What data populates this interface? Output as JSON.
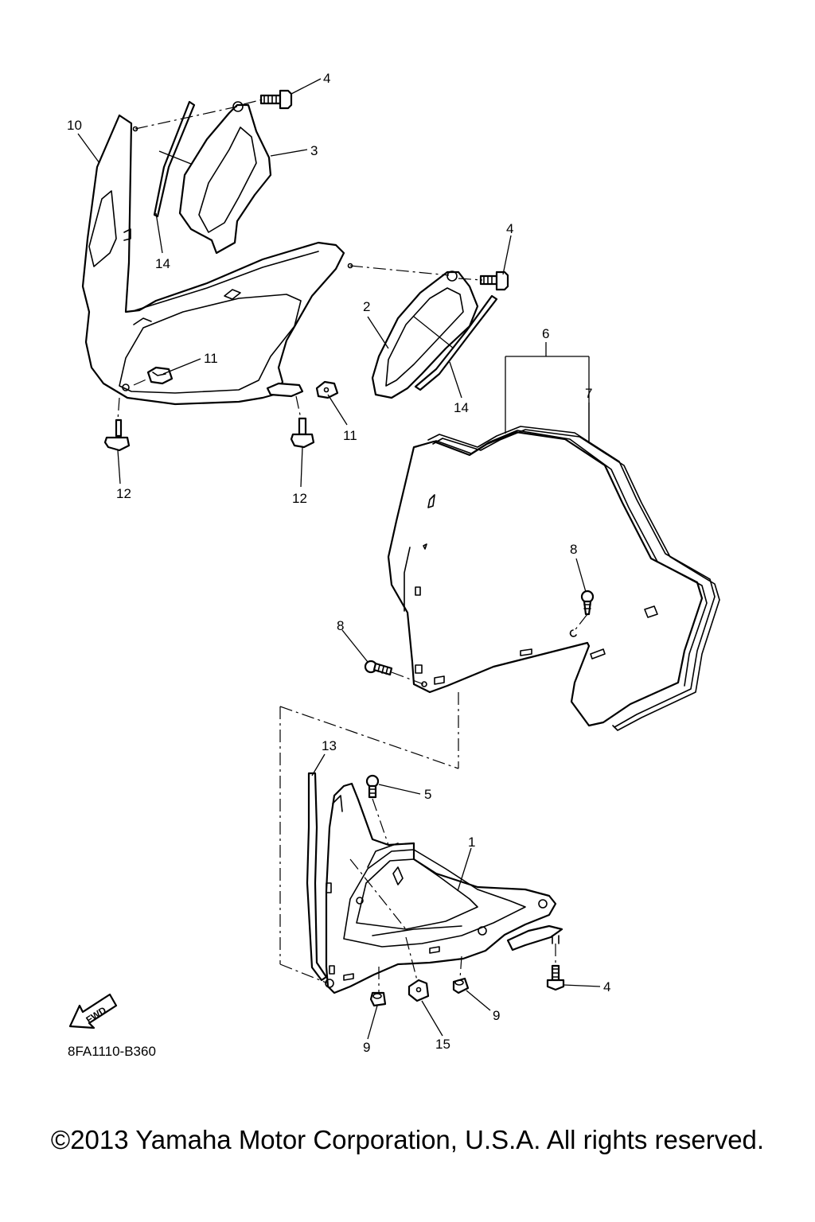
{
  "callouts": [
    {
      "id": "c4a",
      "text": "4"
    },
    {
      "id": "c10",
      "text": "10"
    },
    {
      "id": "c3",
      "text": "3"
    },
    {
      "id": "c14a",
      "text": "14"
    },
    {
      "id": "c4b",
      "text": "4"
    },
    {
      "id": "c2",
      "text": "2"
    },
    {
      "id": "c14b",
      "text": "14"
    },
    {
      "id": "c6",
      "text": "6"
    },
    {
      "id": "c7",
      "text": "7"
    },
    {
      "id": "c11a",
      "text": "11"
    },
    {
      "id": "c11b",
      "text": "11"
    },
    {
      "id": "c12a",
      "text": "12"
    },
    {
      "id": "c12b",
      "text": "12"
    },
    {
      "id": "c8a",
      "text": "8"
    },
    {
      "id": "c8b",
      "text": "8"
    },
    {
      "id": "c13",
      "text": "13"
    },
    {
      "id": "c5",
      "text": "5"
    },
    {
      "id": "c1",
      "text": "1"
    },
    {
      "id": "c4c",
      "text": "4"
    },
    {
      "id": "c9a",
      "text": "9"
    },
    {
      "id": "c9b",
      "text": "9"
    },
    {
      "id": "c15",
      "text": "15"
    }
  ],
  "fwd_label": "FWD",
  "diagram_code": "8FA1110-B360",
  "copyright": "©2013 Yamaha Motor Corporation, U.S.A. All rights reserved."
}
